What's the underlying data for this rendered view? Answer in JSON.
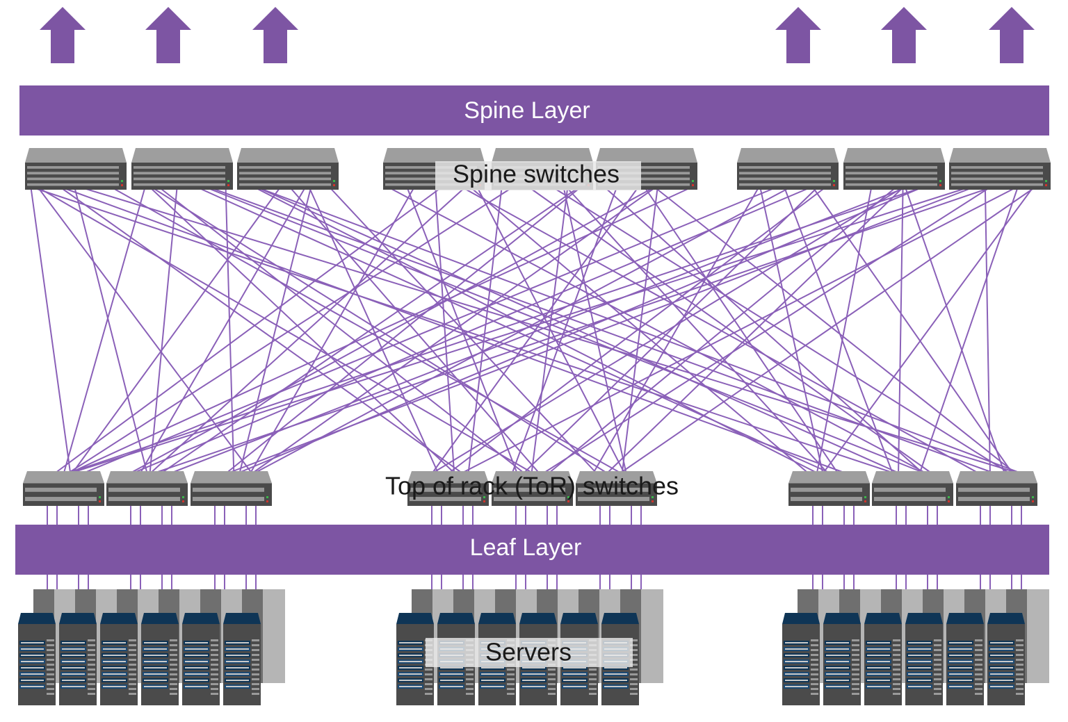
{
  "colors": {
    "purple": "#7d55a3",
    "link": "#8a60b8",
    "switch_top": "#9e9e9e",
    "switch_front": "#4a4a4a",
    "server_navy": "#0f3556",
    "server_body": "#4b4b4b",
    "server_back": "#8a8a8a",
    "caption_bg": "#e6e6e6"
  },
  "layers": {
    "spine": {
      "label": "Spine Layer"
    },
    "leaf": {
      "label": "Leaf Layer"
    }
  },
  "captions": {
    "spine_switches": "Spine switches",
    "tor_switches": "Top of rack (ToR) switches",
    "servers": "Servers"
  },
  "uplink_arrows": {
    "count": 6,
    "groups": [
      "left",
      "right"
    ]
  },
  "spine_switches": {
    "groups": [
      "left",
      "center",
      "right"
    ],
    "per_group": 3
  },
  "tor_switches": {
    "groups": [
      "left",
      "center",
      "right"
    ],
    "per_group": 3
  },
  "server_racks": {
    "groups": [
      "left",
      "center",
      "right"
    ],
    "per_group": 6
  },
  "topology": "full-mesh: every spine switch connects to every ToR switch"
}
